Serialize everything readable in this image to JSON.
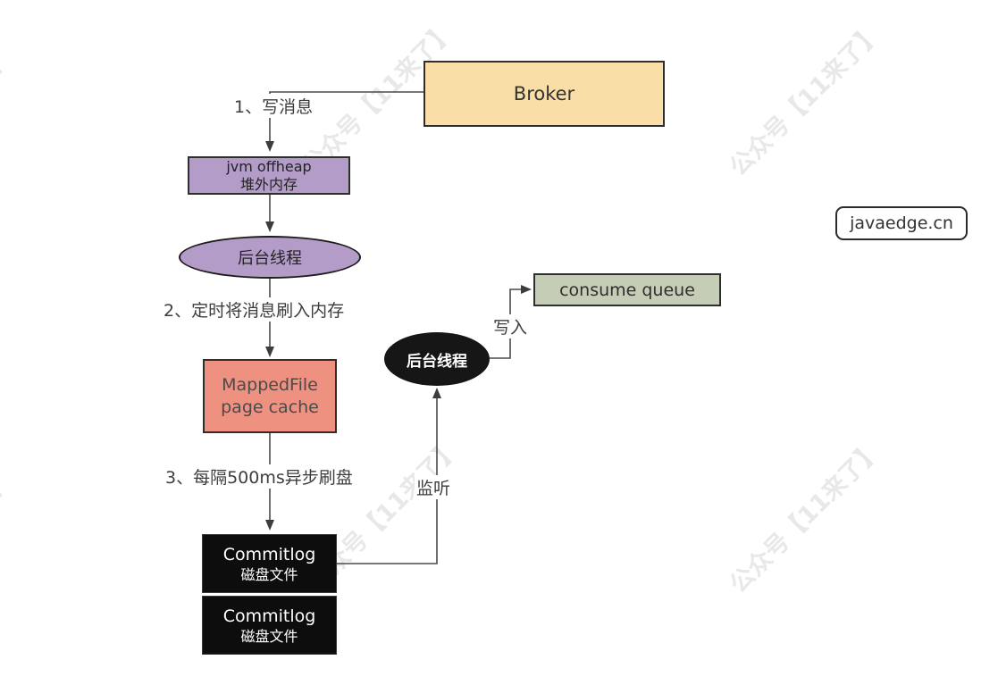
{
  "watermark": {
    "text": "公众号【11来了】",
    "color": "#e8e8e8"
  },
  "badge": {
    "label": "javaedge.cn"
  },
  "nodes": {
    "broker": {
      "label": "Broker",
      "fill": "#f9dfa7"
    },
    "jvm_offheap": {
      "line1": "jvm offheap",
      "line2": "堆外内存",
      "fill": "#b49cc9"
    },
    "flush_thread": {
      "label": "后台线程",
      "fill": "#b49cc9"
    },
    "mapped_file": {
      "line1": "MappedFile",
      "line2": "page cache",
      "fill": "#ee9181"
    },
    "commitlog_files": [
      {
        "line1": "Commitlog",
        "line2": "磁盘文件"
      },
      {
        "line1": "Commitlog",
        "line2": "磁盘文件"
      }
    ],
    "commitlog_fill": "#0d0d0d",
    "dispatch_thread": {
      "label": "后台线程",
      "fill": "#161616"
    },
    "consume_queue": {
      "label": "consume queue",
      "fill": "#c5cdb6"
    }
  },
  "edge_labels": {
    "step1": "1、写消息",
    "step2": "2、定时将消息刷入内存",
    "step3": "3、每隔500ms异步刷盘",
    "write": "写入",
    "listen": "监听"
  }
}
